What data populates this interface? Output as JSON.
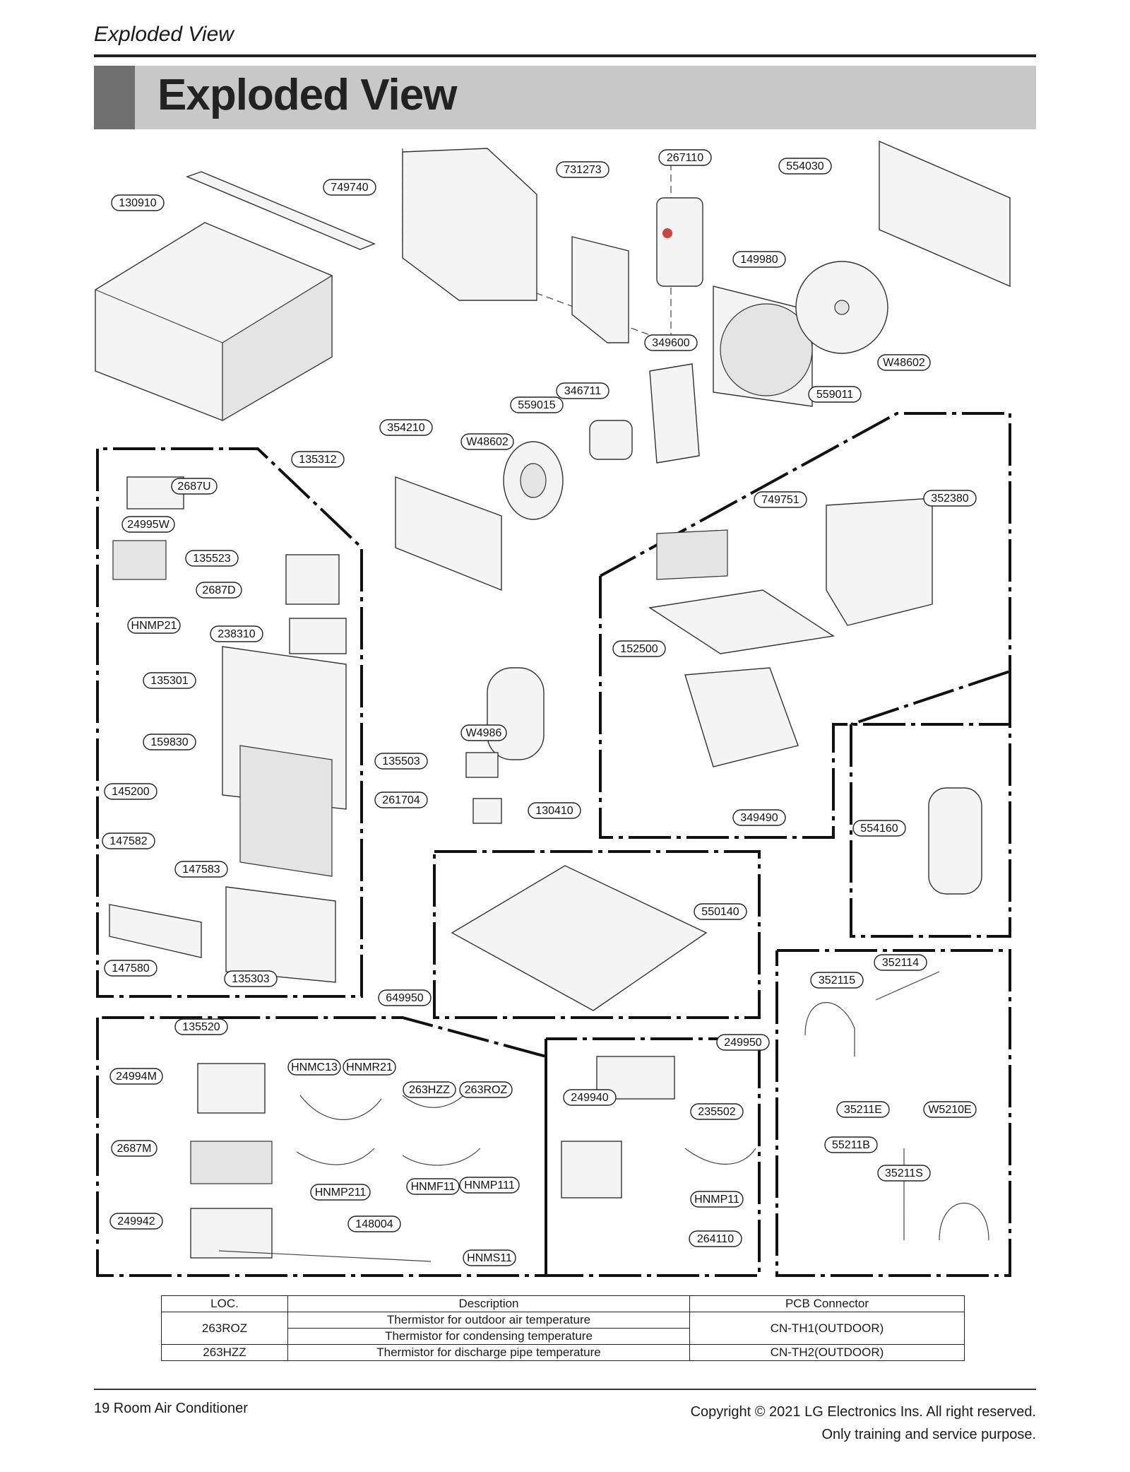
{
  "header": {
    "running_title": "Exploded View",
    "section_title": "Exploded View"
  },
  "callouts": [
    "749740",
    "130910",
    "731273",
    "267110",
    "554030",
    "149980",
    "349600",
    "W48602",
    "559011",
    "346711",
    "559015",
    "354210",
    "W48602",
    "135312",
    "2687U",
    "24995W",
    "135523",
    "2687D",
    "HNMP21",
    "238310",
    "135301",
    "159830",
    "145200",
    "147582",
    "147583",
    "147580",
    "135303",
    "749751",
    "352380",
    "152500",
    "349490",
    "W4986",
    "135503",
    "261704",
    "130410",
    "550140",
    "554160",
    "649950",
    "135520",
    "24994M",
    "HNMC13",
    "HNMR21",
    "263HZZ",
    "263ROZ",
    "2687M",
    "HNMP211",
    "HNMF11",
    "HNMP111",
    "249942",
    "148004",
    "HNMS11",
    "249950",
    "249940",
    "235502",
    "HNMP11",
    "264110",
    "352114",
    "352115",
    "35211E",
    "W5210E",
    "55211B",
    "35211S"
  ],
  "table": {
    "headers": [
      "LOC.",
      "Description",
      "PCB Connector"
    ],
    "rows": [
      {
        "loc": "263ROZ",
        "desc1": "Thermistor for outdoor air temperature",
        "desc2": "Thermistor for condensing temperature",
        "pcb": "CN-TH1(OUTDOOR)"
      },
      {
        "loc": "263HZZ",
        "desc1": "Thermistor for discharge pipe temperature",
        "pcb": "CN-TH2(OUTDOOR)"
      }
    ]
  },
  "footer": {
    "page_label": "19  Room Air Conditioner",
    "copyright": "Copyright © 2021 LG Electronics Ins. All right reserved.",
    "purpose": "Only training and service purpose."
  }
}
